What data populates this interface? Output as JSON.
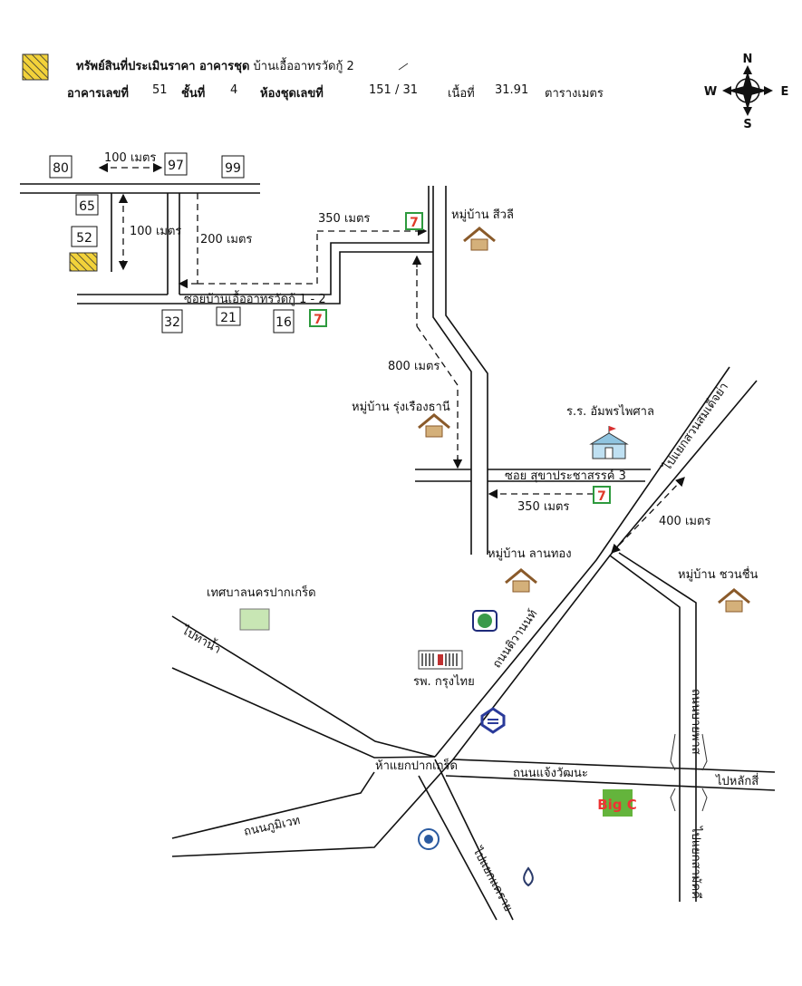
{
  "header": {
    "line1": {
      "title": "ทรัพย์สินที่ประเมินราคา อาคารชุด",
      "project": "บ้านเอื้ออาทรวัดกู้ 2"
    },
    "line2": {
      "building_label": "อาคารเลขที่",
      "building_no": "51",
      "floor_label": "ชั้นที่",
      "floor_no": "4",
      "unit_label": "ห้องชุดเลขที่",
      "unit_no": "151 / 31",
      "area_label": "เนื้อที่",
      "area_value": "31.91",
      "area_unit": "ตารางเมตร"
    }
  },
  "compass": {
    "n": "N",
    "s": "S",
    "e": "E",
    "w": "W"
  },
  "colors": {
    "subject_fill": "#f2d23a",
    "seven_green": "#2e9a3e",
    "seven_red": "#e03a2a",
    "village_brown": "#8a5a2a",
    "school_blue": "#6fa3c8",
    "muni_green": "#c8e6b4",
    "bigc_green": "#64b43c"
  },
  "plots": [
    "80",
    "97",
    "99",
    "65",
    "52",
    "32",
    "21",
    "16"
  ],
  "distances": {
    "d100_top": "100 เมตร",
    "d100_side": "100 เมตร",
    "d200": "200 เมตร",
    "d350_top": "350 เมตร",
    "d800": "800 เมตร",
    "d350_soi": "350 เมตร",
    "d400": "400 เมตร"
  },
  "roads": {
    "soi_uea": "ซอยบ้านเอื้ออาทรวัดกู้ 1 - 2",
    "soi_sukha": "ซอย  สุขาประชาสรรค์ 3",
    "to_lam_khlong": "ไปแยกสวนสมเด็จย่า",
    "chaeng": "ถนนแจ้งวัฒนะ",
    "tiwanon": "ถนนติวานนท์",
    "to_tha_nam": "ไปท่าน้ำ",
    "phumiwet": "ถนนภูมิเวท",
    "to_khae_rai": "ไปแยกแคราย",
    "to_lak_si": "ไปหลักสี่",
    "bypass_top": "ถนนบายพาส",
    "bypass_bottom": "ไปแยกสามัคคี"
  },
  "places": {
    "village_siwali": "หมู่บ้าน  สีวลี",
    "village_rung": "หมู่บ้าน  รุ่งเรืองธานี",
    "school": "ร.ร. อัมพรไพศาล",
    "village_lanthong": "หมู่บ้าน  ลานทอง",
    "village_chuanchuen": "หมู่บ้าน  ชวนชื่น",
    "municipality": "เทศบาลนครปากเกร็ด",
    "hospital": "รพ. กรุงไทย",
    "intersection": "ห้าแยกปากเกร็ด",
    "bigc": "Big C",
    "seven": "7"
  },
  "icons": [
    "compass-icon",
    "seven-eleven-icon",
    "village-icon",
    "school-icon",
    "bank-icon",
    "hospital-icon",
    "bigc-icon",
    "temple-icon"
  ]
}
